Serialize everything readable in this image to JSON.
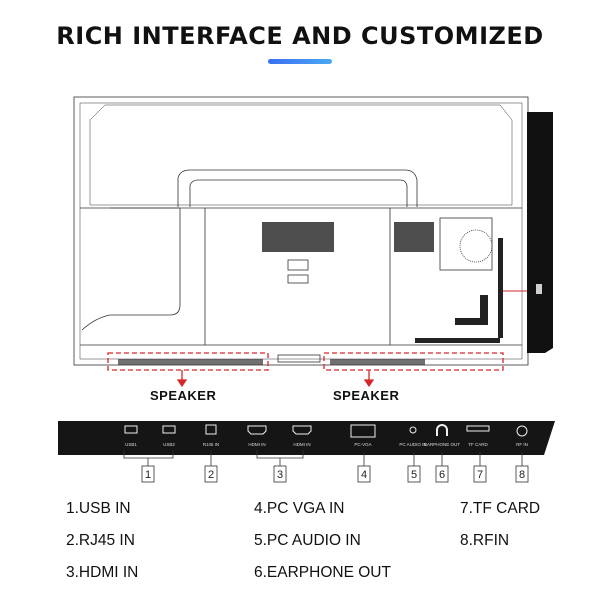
{
  "title": "RICH INTERFACE AND CUSTOMIZED",
  "accent_color": "#3a7cf2",
  "speaker_label": "SPEAKER",
  "speaker_marker_color": "#d6262b",
  "ports": [
    {
      "label": "USB1",
      "number": "1"
    },
    {
      "label": "USB2",
      "number": "1"
    },
    {
      "label": "RJ45 IN",
      "number": "2"
    },
    {
      "label": "HDMI IN",
      "number": "3"
    },
    {
      "label": "HDMI IN",
      "number": "3"
    },
    {
      "label": "PC-VGA",
      "number": "4"
    },
    {
      "label": "PC AUDIO IN",
      "number": "5"
    },
    {
      "label": "EARPHONE OUT",
      "number": "6"
    },
    {
      "label": "TF CARD",
      "number": "7"
    },
    {
      "label": "RF IN",
      "number": "8"
    }
  ],
  "numbers": [
    "1",
    "2",
    "3",
    "4",
    "5",
    "6",
    "7",
    "8"
  ],
  "legend": [
    "1.USB IN",
    "2.RJ45 IN",
    "3.HDMI IN",
    "4.PC VGA IN",
    "5.PC AUDIO IN",
    "6.EARPHONE OUT",
    "7.TF CARD",
    "8.RFIN"
  ]
}
